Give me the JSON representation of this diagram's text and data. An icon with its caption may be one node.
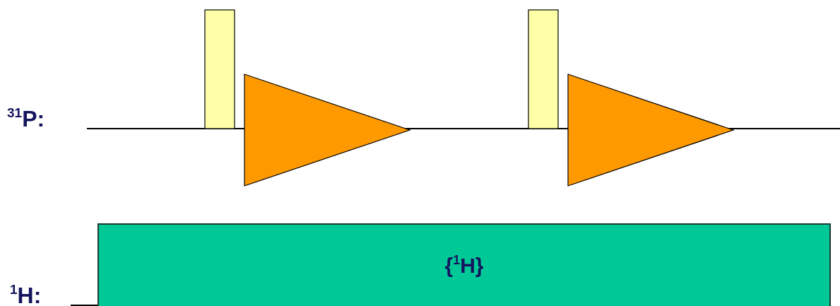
{
  "diagram": {
    "nodes": [
      {
        "text": [
          "{$^{1}$H}"
        ]
      }
    ],
    "labels": [
      "$^{31}$P:",
      "$^{1}$H:"
    ]
  }
}
